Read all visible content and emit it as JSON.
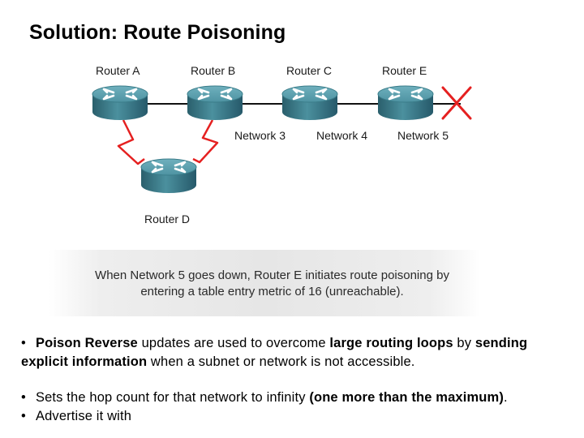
{
  "title": "Solution: Route Poisoning",
  "routers": {
    "a": "Router A",
    "b": "Router B",
    "c": "Router C",
    "e": "Router E",
    "d": "Router D"
  },
  "networks": {
    "n3": "Network 3",
    "n4": "Network 4",
    "n5": "Network 5"
  },
  "caption": {
    "line1": "When Network 5 goes down, Router E initiates route poisoning by",
    "line2": "entering a table entry metric of 16 (unreachable)."
  },
  "bullets": {
    "bullet_char": "•",
    "b1": {
      "bold1": "Poison Reverse",
      "t1": " updates are used to overcome ",
      "bold2": "large routing loops",
      "t2": " by ",
      "bold3": "sending",
      "bold4": "explicit information",
      "t3": " when a subnet or network is not accessible."
    },
    "b2": {
      "t1": "Sets the hop count for that network to infinity ",
      "bold1": "(one more than the maximum)",
      "t2": "."
    },
    "b3": {
      "t1": "Advertise it with"
    }
  },
  "colors": {
    "router_body": "#3d7e8c",
    "wan_link": "#e52020",
    "failure_mark": "#e52020",
    "ethernet_link": "#111111"
  }
}
